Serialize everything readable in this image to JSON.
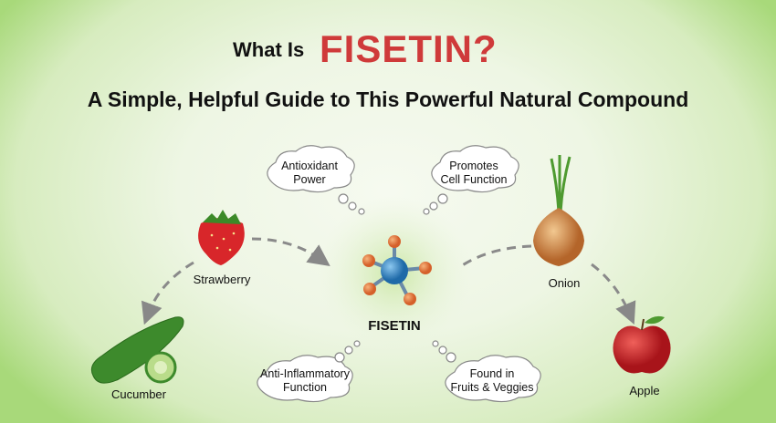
{
  "header": {
    "title_prefix": "What Is",
    "title_highlight": "FISETIN?",
    "subtitle": "A Simple, Helpful Guide to This Powerful Natural Compound"
  },
  "center": {
    "label": "FISETIN"
  },
  "benefits": [
    {
      "line1": "Antioxidant",
      "line2": "Power"
    },
    {
      "line1": "Promotes",
      "line2": "Cell Function"
    },
    {
      "line1": "Anti-Inflammatory",
      "line2": "Function"
    },
    {
      "line1": "Found in",
      "line2": "Fruits & Veggies"
    }
  ],
  "foods": [
    "Strawberry",
    "Cucumber",
    "Onion",
    "Apple"
  ],
  "colors": {
    "accent": "#cf3a3a",
    "molecule_core": "#3a8cc8",
    "molecule_atom": "#e07a3c"
  }
}
